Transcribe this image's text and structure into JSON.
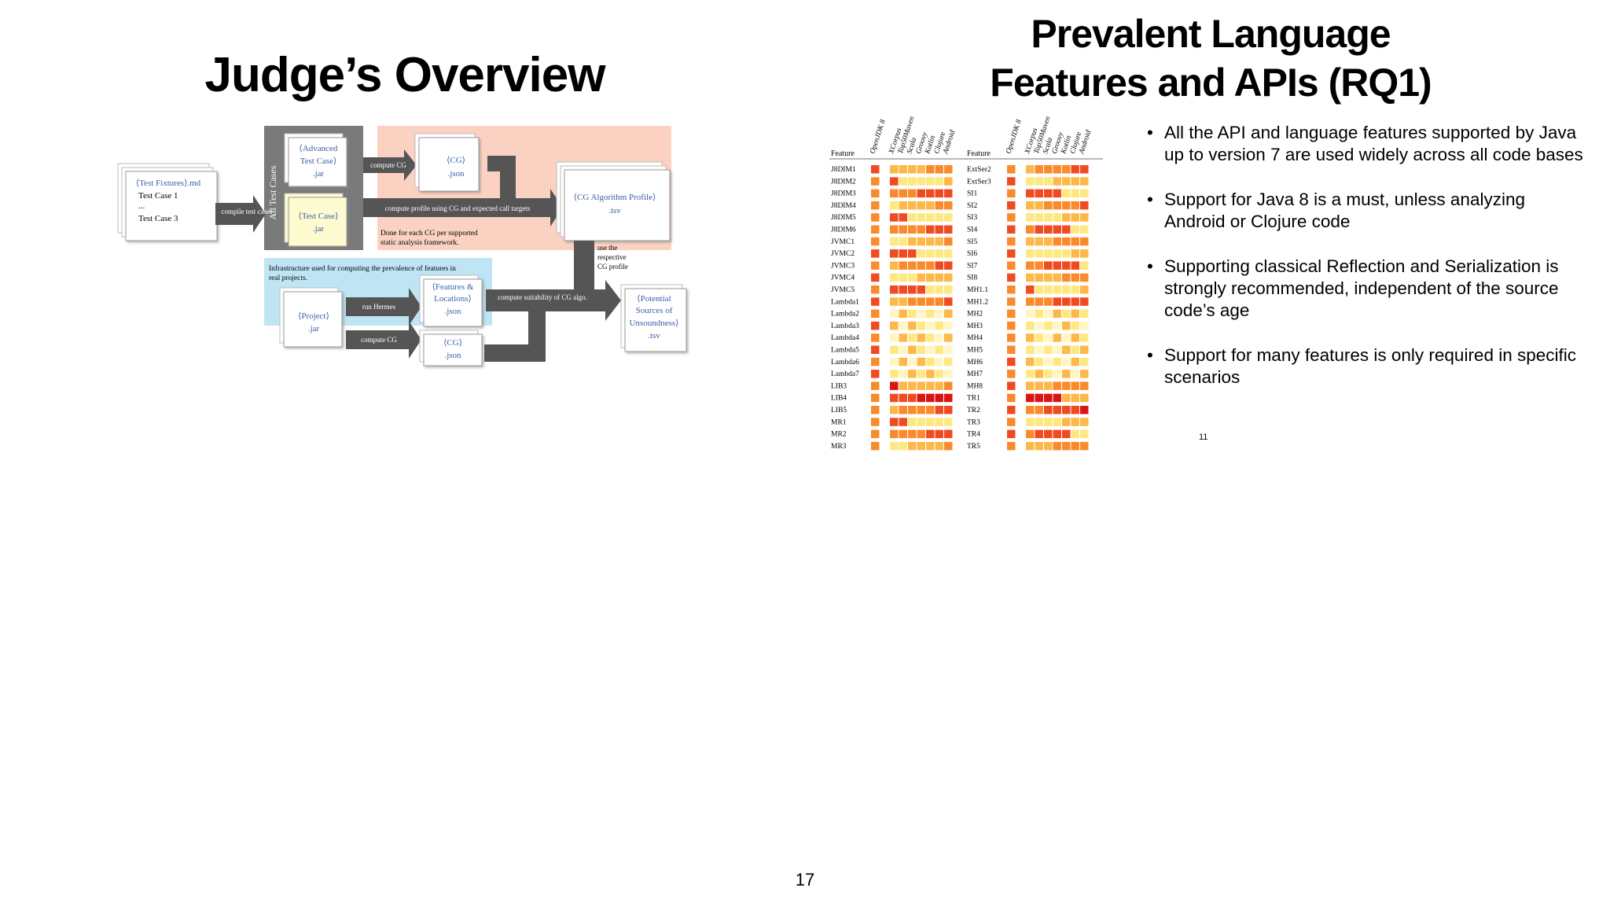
{
  "left_slide": {
    "title": "Judge’s Overview",
    "diagram": {
      "test_fixtures": [
        "⟨Test Fixtures⟩.md",
        "Test Case 1",
        "...",
        "Test Case 3"
      ],
      "compile_label": "compile test cases",
      "all_test_cases": "All Test Cases",
      "advanced_test_case": [
        "⟨Advanced",
        "Test Case⟩",
        ".jar"
      ],
      "test_case": [
        "⟨Test Case⟩",
        ".jar"
      ],
      "compute_cg_1": "compute CG",
      "cg_json_1": [
        "⟨CG⟩",
        ".json"
      ],
      "compute_profile": "compute profile using CG and expected call targets",
      "cg_profile": [
        "⟨CG Algorithm Profile⟩",
        ".tsv"
      ],
      "done_note": [
        "Done for each CG per supported",
        "static analysis framework."
      ],
      "use_profile": [
        "use the",
        "respective",
        "CG profile"
      ],
      "infra_note": [
        "Infrastructure used for computing the prevalence of features in",
        "real projects."
      ],
      "project": [
        "⟨Project⟩",
        ".jar"
      ],
      "run_hermes": "run Hermes",
      "features_locations": [
        "⟨Features &",
        "Locations⟩",
        ".json"
      ],
      "compute_suitability": "compute suitability of CG algo.",
      "compute_cg_2": "compute CG",
      "cg_json_2": [
        "⟨CG⟩",
        ".json"
      ],
      "potential_sources": [
        "⟨Potential",
        "Sources of",
        "Unsoundness⟩",
        ".tsv"
      ]
    }
  },
  "right_slide": {
    "title_line1": "Prevalent Language",
    "title_line2": "Features and APIs (RQ1)",
    "heatmap": {
      "feature_header": "Feature",
      "columns": [
        "OpenJDK 8",
        "XCorpus",
        "Top50Maven",
        "Scala",
        "Groovy",
        "Kotlin",
        "Clojure",
        "Android"
      ],
      "left_rows": [
        "J8DIM1",
        "J8DIM2",
        "J8DIM3",
        "J8DIM4",
        "J8DIM5",
        "J8DIM6",
        "JVMC1",
        "JVMC2",
        "JVMC3",
        "JVMC4",
        "JVMC5",
        "Lambda1",
        "Lambda2",
        "Lambda3",
        "Lambda4",
        "Lambda5",
        "Lambda6",
        "Lambda7",
        "LIB3",
        "LIB4",
        "LIB5",
        "MR1",
        "MR2",
        "MR3"
      ],
      "right_rows": [
        "ExtSer2",
        "ExtSer3",
        "SI1",
        "SI2",
        "SI3",
        "SI4",
        "SI5",
        "SI6",
        "SI7",
        "SI8",
        "MH1.1",
        "MH1.2",
        "MH2",
        "MH3",
        "MH4",
        "MH5",
        "MH6",
        "MH7",
        "MH8",
        "TR1",
        "TR2",
        "TR3",
        "TR4",
        "TR5"
      ],
      "colors": {
        "level0": "#fff6c4",
        "level1": "#fde882",
        "level2": "#fdb84a",
        "level3": "#f98b2c",
        "level4": "#ef4b22",
        "level5": "#d81414"
      }
    },
    "bullets": [
      "All the API and language features supported by Java up to version 7 are used widely across all code bases",
      "Support for Java 8 is a must, unless analyzing Android or Clojure code",
      "Supporting classical Reflection and Serialization is strongly recommended, independent of the source code’s age",
      "Support for many features is only required in specific scenarios"
    ],
    "bullet_char": "•",
    "small_page": "11"
  },
  "page_number": "17"
}
